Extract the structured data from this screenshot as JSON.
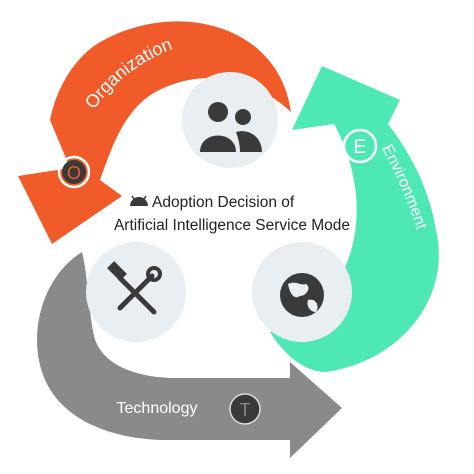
{
  "title": {
    "line1": "Adoption Decision of",
    "line2": "Artificial Intelligence Service Mode",
    "icon": "android-icon"
  },
  "arrows": {
    "organization": {
      "label": "Organization",
      "letter": "O",
      "color": "#f15a29"
    },
    "environment": {
      "label": "Environment",
      "letter": "E",
      "color": "#4de8b4"
    },
    "technology": {
      "label": "Technology",
      "letter": "T",
      "color": "#8a8a8a"
    }
  },
  "icons": {
    "users": "users-icon",
    "tools": "hammer-wrench-icon",
    "globe": "globe-icon"
  },
  "colors": {
    "circle_fill": "#e9eef2",
    "icon_dark": "#3a3a3a",
    "background": "#ffffff"
  }
}
